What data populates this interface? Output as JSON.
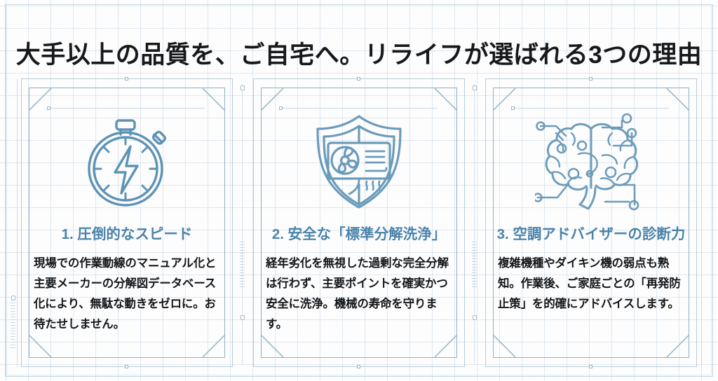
{
  "slide": {
    "title": "大手以上の品質を、ご自宅へ。リライフが選ばれる3つの理由",
    "background": "#fdfdfd",
    "grid_color": "#96b4cd",
    "title_color": "#16181a",
    "accent_color": "#4b83ab",
    "frame_color": "#8fb0c4"
  },
  "cards": [
    {
      "icon": "stopwatch-lightning-icon",
      "title": "1. 圧倒的なスピード",
      "body": "現場での作業動線のマニュアル化と主要メーカーの分解図データベース化により、無駄な動きをゼロに。お待たせしません。"
    },
    {
      "icon": "shield-air-conditioner-icon",
      "title": "2. 安全な「標準分解洗浄」",
      "body": "経年劣化を無視した過剰な完全分解は行わず、主要ポイントを確実かつ安全に洗浄。機械の寿命を守ります。"
    },
    {
      "icon": "brain-circuit-icon",
      "title": "3. 空調アドバイザーの診断力",
      "body": "複雑機種やダイキン機の弱点も熟知。作業後、ご家庭ごとの「再発防止策」を的確にアドバイスします。"
    }
  ]
}
